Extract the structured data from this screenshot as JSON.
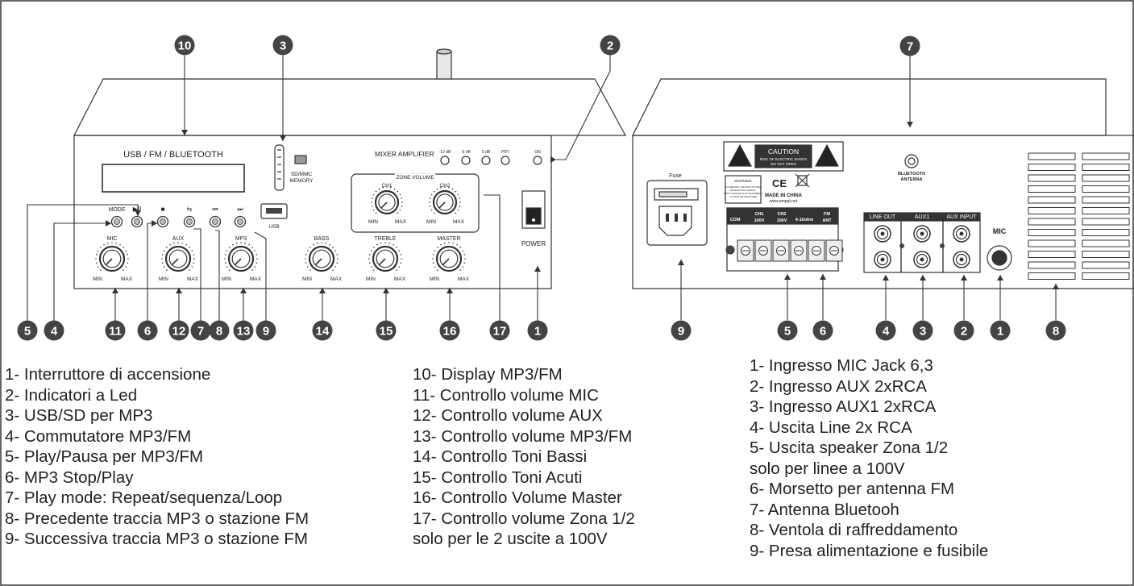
{
  "front_panel": {
    "display_title": "USB / FM / BLUETOOTH",
    "sd_label_1": "SD/MMC",
    "sd_label_2": "MEMORY",
    "usb_label": "USB",
    "mixer_title": "MIXER AMPLIFIER",
    "led_labels": [
      "-12 dB",
      "-6 dB",
      "0 dB",
      "PRT",
      "ON"
    ],
    "zone_volume": "ZONE VOLUME",
    "ch1": "CH1",
    "ch2": "CH2",
    "power": "POWER",
    "buttons": [
      "MODE",
      "▶II",
      "■",
      "⇆",
      "⏮",
      "⏭"
    ],
    "knobs": [
      "MIC",
      "AUX",
      "MP3",
      "BASS",
      "TREBLE",
      "MASTER"
    ],
    "min": "MIN",
    "max": "MAX"
  },
  "rear_panel": {
    "fuse": "Fuse",
    "caution": "CAUTION",
    "caution_sub_1": "RISK OF ELECTRIC SHOCK",
    "caution_sub_2": "DO NOT OPEN",
    "warning": "WARNING",
    "warning_text": [
      "TO REDUCE THE RISK OF FIRE",
      "OR ELECTRIC SHOCK,",
      "DON'T EXPOSE THIS EQUIPMENT",
      "TO RAIN OR MOISTURE"
    ],
    "ce": "CE",
    "made_in": "MADE IN CHINA",
    "website": "www.amppt.net",
    "bluetooth_1": "BLUETOOTH",
    "bluetooth_2": "ANTENNA",
    "terminal_labels": [
      "COM",
      "CH1 100V",
      "CH2 100V",
      "4-16ohm",
      "FM ANT"
    ],
    "line_out": "LINE OUT",
    "aux1": "AUX1",
    "aux_input": "AUX INPUT",
    "mic": "MIC"
  },
  "front_callouts": [
    "10",
    "3",
    "2",
    "5",
    "4",
    "11",
    "6",
    "12",
    "7",
    "8",
    "13",
    "9",
    "14",
    "15",
    "16",
    "17",
    "1"
  ],
  "rear_callouts": [
    "7",
    "9",
    "5",
    "6",
    "4",
    "3",
    "2",
    "1",
    "8"
  ],
  "legend_front_left": [
    "1- Interruttore di accensione",
    "2- Indicatori a Led",
    "3- USB/SD per MP3",
    "4- Commutatore MP3/FM",
    "5- Play/Pausa per MP3/FM",
    "6- MP3 Stop/Play",
    "7- Play mode: Repeat/sequenza/Loop",
    "8- Precedente traccia MP3 o stazione FM",
    "9- Successiva traccia MP3 o stazione FM"
  ],
  "legend_front_right": [
    "10- Display MP3/FM",
    "11- Controllo volume MIC",
    "12- Controllo volume AUX",
    "13- Controllo volume MP3/FM",
    "14- Controllo Toni Bassi",
    "15- Controllo Toni Acuti",
    "16- Controllo Volume Master",
    "17- Controllo volume Zona 1/2",
    "solo per le 2 uscite a 100V"
  ],
  "legend_rear": [
    "1- Ingresso MIC Jack 6,3",
    "2- Ingresso AUX 2xRCA",
    "3- Ingresso AUX1 2xRCA",
    "4- Uscita Line 2x RCA",
    "5- Uscita speaker Zona 1/2",
    "solo per linee a 100V",
    "6- Morsetto per antenna FM",
    "7- Antenna Bluetooh",
    "8- Ventola di raffreddamento",
    "9- Presa alimentazione e fusibile"
  ]
}
